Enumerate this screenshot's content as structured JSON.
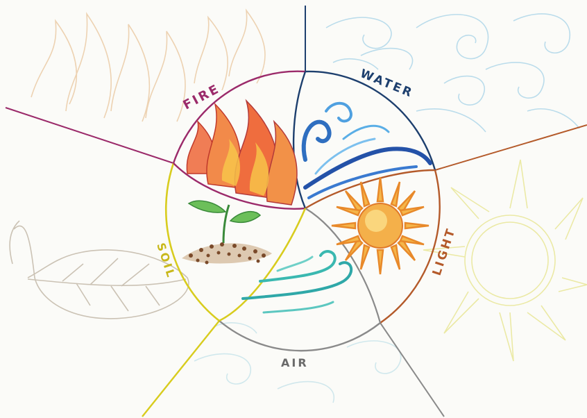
{
  "labels": {
    "fire": "FIRE",
    "water": "WATER",
    "light": "LIGHT",
    "air": "AIR",
    "soil": "SOIL"
  },
  "colors": {
    "paper": "#fbfbf8",
    "fire": "#9b2a6a",
    "water": "#1d3f6e",
    "light": "#b45a2a",
    "air": "#7a7a7a",
    "soil": "#d8cc1e",
    "flame": "#e8603a",
    "wave": "#2f6fc0",
    "sun": "#f2a52c",
    "wind": "#3ab8b0",
    "leaf": "#4aa84a"
  },
  "icons": [
    "flame-icon",
    "wave-icon",
    "sun-icon",
    "wind-icon",
    "sprout-icon",
    "leaf-icon"
  ]
}
